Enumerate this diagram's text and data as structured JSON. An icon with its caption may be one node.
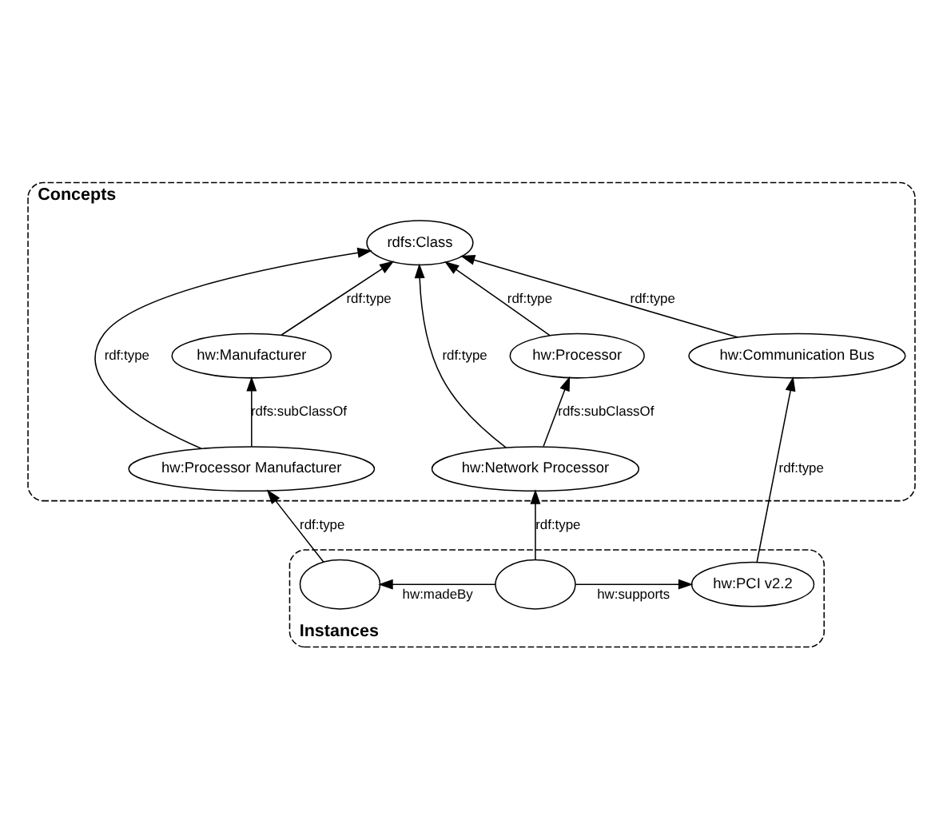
{
  "diagram": {
    "nodes": [
      {
        "text": [
          "Concepts"
        ]
      },
      {
        "text": [
          "rdfs:Class"
        ],
        "in": 0
      },
      {
        "text": [
          "hw:Processor"
        ],
        "in": 0
      },
      {
        "text": [
          "hw:Manufacturer"
        ],
        "in": 0
      },
      {
        "text": [
          "hw:Processor Manufacturer"
        ],
        "in": 0
      },
      {
        "text": [
          "hw:Network Processor"
        ],
        "in": 0
      },
      {
        "text": [
          "hw:Communication Bus"
        ],
        "in": 0
      },
      {
        "text": [
          "Instances"
        ]
      },
      {
        "text": [],
        "shape": "ellipse",
        "in": 7
      },
      {
        "text": [],
        "shape": "ellipse",
        "in": 7
      },
      {
        "text": [
          "hw:PCI v2.2"
        ],
        "in": 7
      }
    ],
    "edges": [
      {
        "from": 3,
        "to": 1,
        "arrow": "to",
        "label": "rdf:type"
      },
      {
        "from": 2,
        "to": 1,
        "arrow": "to",
        "label": "rdf:type"
      },
      {
        "from": 4,
        "to": 3,
        "arrow": "to",
        "label": "rdfs:subClassOf"
      },
      {
        "from": 4,
        "to": 1,
        "arrow": "to",
        "label": "rdf:type"
      },
      {
        "from": 5,
        "to": 2,
        "arrow": "to",
        "label": "rdfs:subClassOf"
      },
      {
        "from": 5,
        "to": 1,
        "arrow": "to",
        "label": "rdf:type"
      },
      {
        "from": 6,
        "to": 1,
        "arrow": "to",
        "label": "rdf:type"
      },
      {
        "from": 8,
        "to": 4,
        "arrow": "to",
        "label": "rdf:type"
      },
      {
        "from": 9,
        "to": 5,
        "arrow": "to",
        "label": "rdf:type"
      },
      {
        "from": 10,
        "to": 6,
        "arrow": "to",
        "label": "rdf:type"
      },
      {
        "from": 9,
        "to": 8,
        "arrow": "to",
        "label": "hw:madeBy"
      },
      {
        "from": 9,
        "to": 10,
        "arrow": "to",
        "label": "hw:supports"
      }
    ]
  }
}
